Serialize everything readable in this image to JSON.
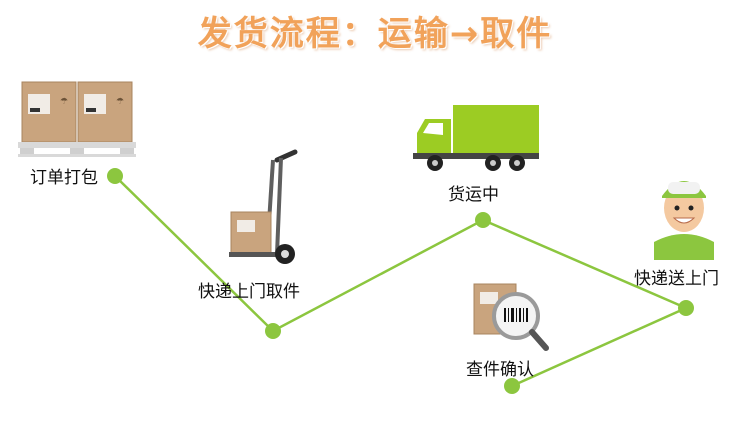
{
  "title": "发货流程：运输→取件",
  "steps": [
    {
      "label": "订单打包",
      "icon": "boxes-on-pallet-icon"
    },
    {
      "label": "快递上门取件",
      "icon": "hand-truck-icon"
    },
    {
      "label": "货运中",
      "icon": "delivery-truck-icon"
    },
    {
      "label": "查件确认",
      "icon": "barcode-magnifier-icon"
    },
    {
      "label": "快递送上门",
      "icon": "courier-icon"
    }
  ],
  "colors": {
    "title": "#f1a25a",
    "line": "#8cc63f",
    "dot": "#8cc63f",
    "box": "#c9a47e",
    "truck": "#9ccc23"
  }
}
